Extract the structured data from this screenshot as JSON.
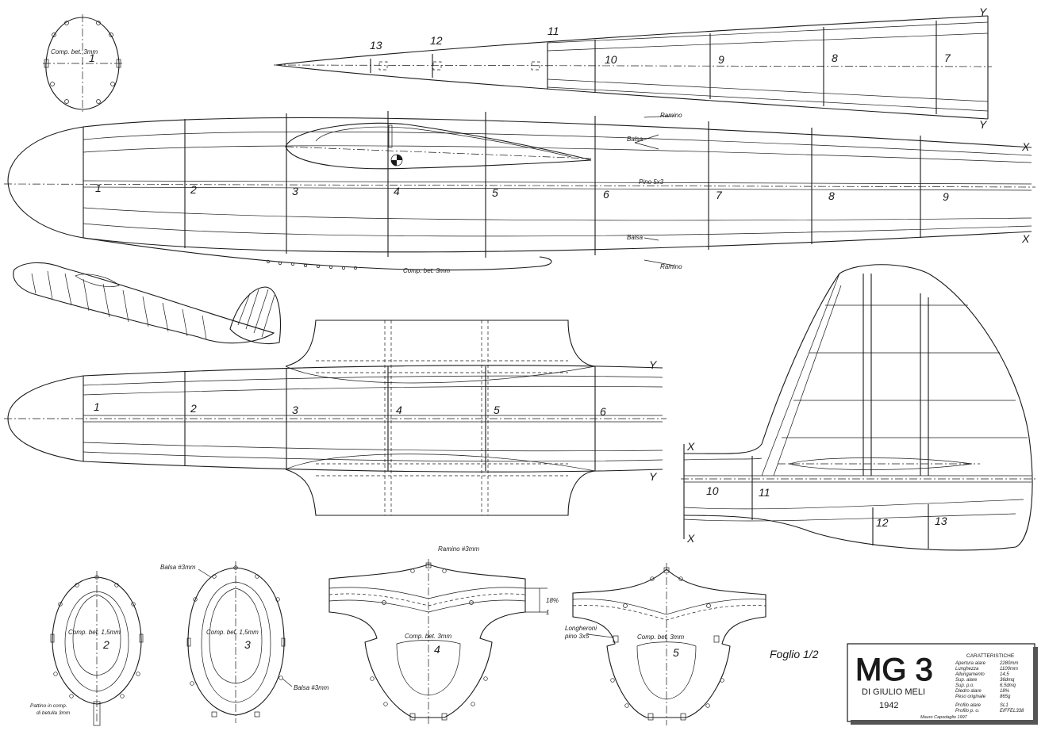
{
  "sheet": {
    "foglio": "Foglio 1/2",
    "title_block": {
      "model": "MG 3",
      "designer": "DI GIULIO MELI",
      "year": "1942",
      "specs_heading": "CARATTERISTICHE",
      "specs": [
        {
          "label": "Apertura alare",
          "value": "2280mm"
        },
        {
          "label": "Lunghezza",
          "value": "1100mm"
        },
        {
          "label": "Allungamento",
          "value": "14,5"
        },
        {
          "label": "Sup. alare",
          "value": "36dmq"
        },
        {
          "label": "Sup. p.o.",
          "value": "6,5dmq"
        },
        {
          "label": "Diedro alare",
          "value": "18%"
        },
        {
          "label": "Peso originale",
          "value": "865g"
        }
      ],
      "profiles": [
        {
          "label": "Profilo alare",
          "value": "SL1"
        },
        {
          "label": "Profilo p. o.",
          "value": "EIFFEL338"
        }
      ],
      "author": "Mauro Capodaglio 1997"
    }
  },
  "labels": {
    "comp3": "Comp. bet. 3mm",
    "comp15": "Comp. bet. 1,5mm",
    "ramino": "Ramino",
    "balsa": "Balsa",
    "pino": "Pino 5x3",
    "ramino3": "Ramino #3mm",
    "balsa3": "Balsa #3mm",
    "pattino1": "Pattino in comp.",
    "pattino2": "di betulla 3mm",
    "longheroni1": "Longheroni",
    "longheroni2": "pino 3x5",
    "pct": "18%",
    "y": "Y",
    "x": "X"
  },
  "formers": {
    "f1": "1",
    "f2": "2",
    "f3": "3",
    "f4": "4",
    "f5": "5",
    "f6": "6",
    "f7": "7",
    "f8": "8",
    "f9": "9",
    "f10": "10",
    "f11": "11",
    "f12": "12",
    "f13": "13"
  }
}
